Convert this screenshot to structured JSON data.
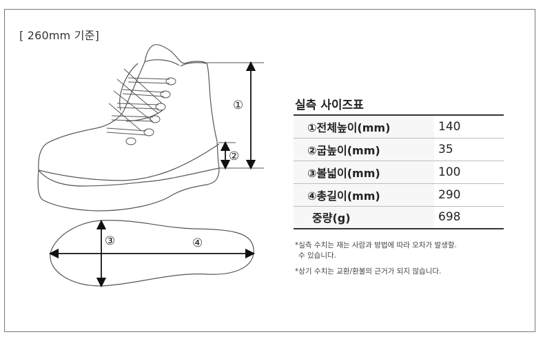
{
  "basis_label": "[ 260mm 기준]",
  "table": {
    "title": "실측 사이즈표",
    "rows": [
      {
        "label": "①전체높이(mm)",
        "value": "140"
      },
      {
        "label": "②굽높이(mm)",
        "value": "35"
      },
      {
        "label": "③볼넓이(mm)",
        "value": "100"
      },
      {
        "label": "④총길이(mm)",
        "value": "290"
      },
      {
        "label": "중량(g)",
        "value": "698"
      }
    ]
  },
  "notes": {
    "line1": "*실측 수치는 재는 사람과 방법에 따라 오차가 발생할.",
    "line1b": "수 있습니다.",
    "line2": "*상기 수치는 교환/환불의 근거가 되지 않습니다."
  },
  "diagram": {
    "markers": {
      "total_height": "①",
      "heel_height": "②",
      "ball_width": "③",
      "total_length": "④"
    }
  },
  "colors": {
    "frame_border": "#777777",
    "label_bg": "#f7f7f7",
    "rule_dark": "#333333",
    "rule_light": "#bdbdbd"
  }
}
